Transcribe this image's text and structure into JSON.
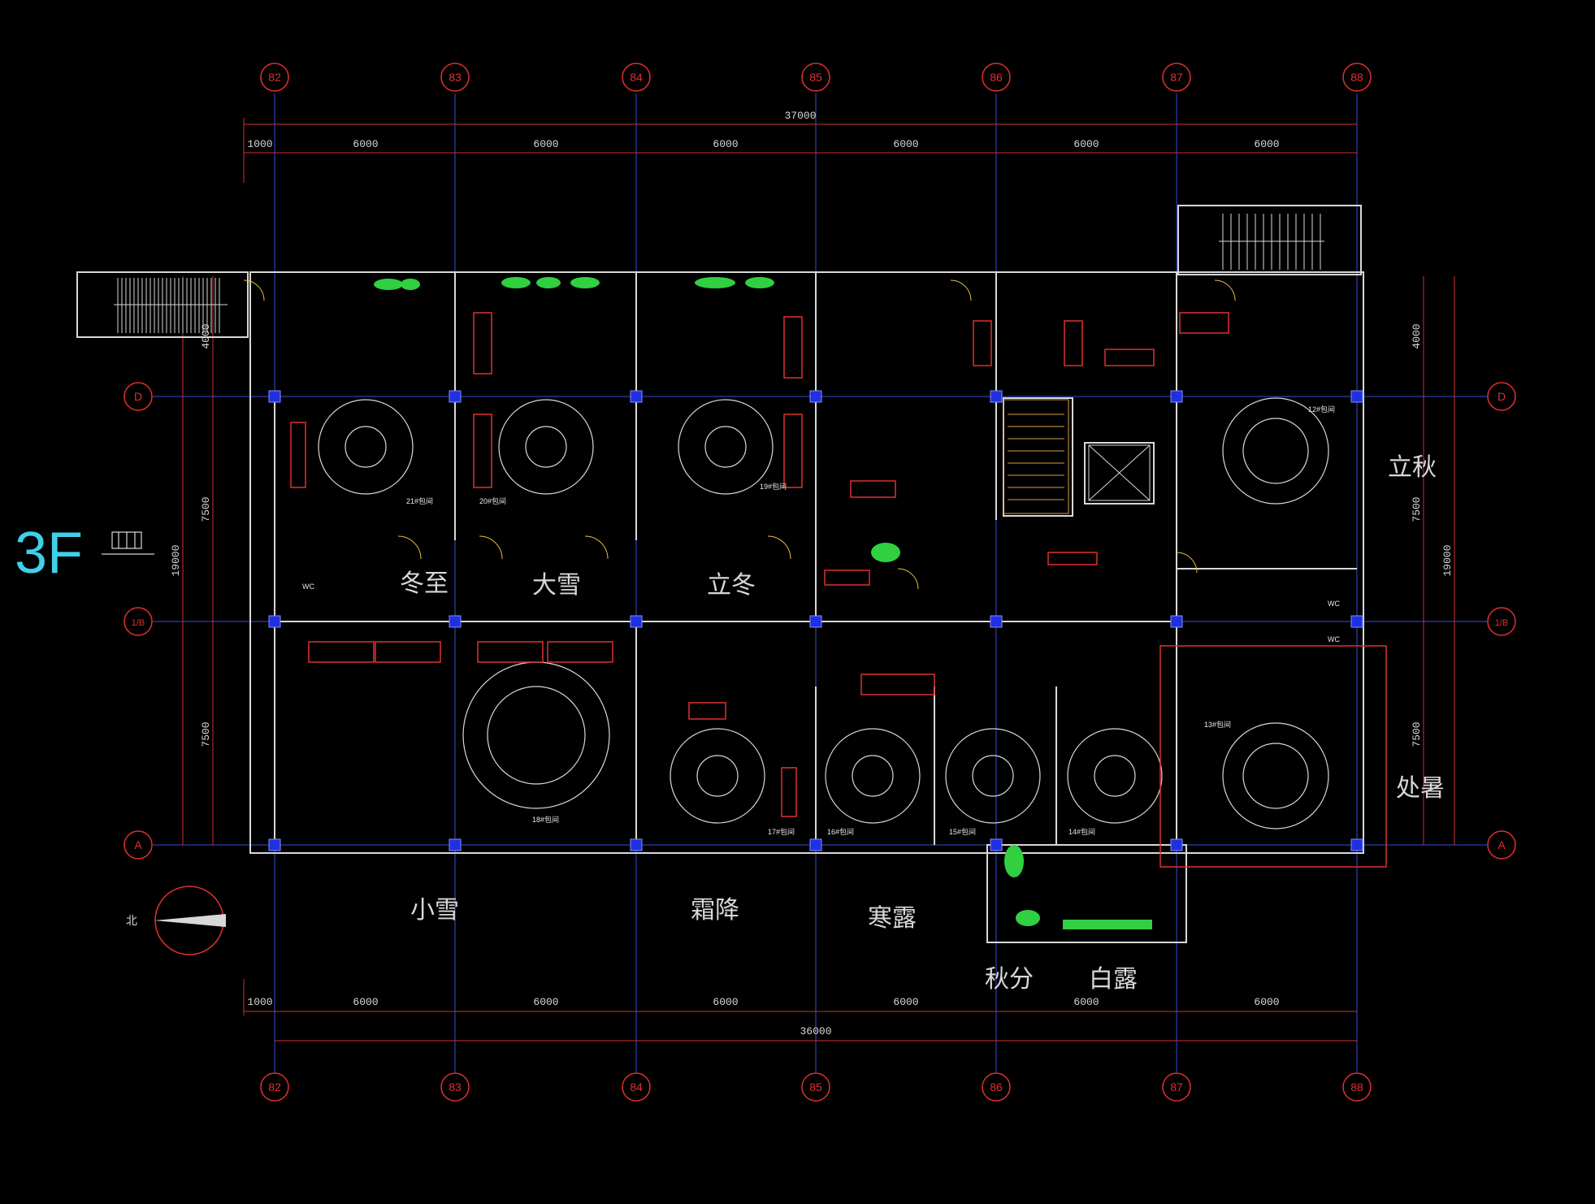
{
  "floor_label": "3F",
  "north_label": "北",
  "grid_columns": [
    "82",
    "83",
    "84",
    "85",
    "86",
    "87",
    "88"
  ],
  "grid_rows": [
    "D",
    "1/B",
    "A"
  ],
  "dims_top": {
    "total": "37000",
    "segments": [
      "1000",
      "6000",
      "6000",
      "6000",
      "6000",
      "6000",
      "6000"
    ]
  },
  "dims_bottom": {
    "total": "36000",
    "segments": [
      "1000",
      "6000",
      "6000",
      "6000",
      "6000",
      "6000",
      "6000"
    ]
  },
  "dims_left": {
    "total": "19000",
    "upper": "7500",
    "lower": "7500",
    "top": "4000"
  },
  "dims_right": {
    "total": "19000",
    "upper": "7500",
    "lower": "7500",
    "top": "4000"
  },
  "room_names": {
    "dongzhi": "冬至",
    "daxue": "大雪",
    "lidong": "立冬",
    "xiaoxue": "小雪",
    "shuangjiang": "霜降",
    "hanlu": "寒露",
    "qiufen": "秋分",
    "bailu": "白露",
    "liqiu": "立秋",
    "chushu": "处暑"
  },
  "small_labels": {
    "wc1": "WC",
    "wc2": "WC",
    "wc3": "WC",
    "r21": "21#包间",
    "r20": "20#包间",
    "r19": "19#包间",
    "r18": "18#包间",
    "r17": "17#包间",
    "r16": "16#包间",
    "r15": "15#包间",
    "r14": "14#包间",
    "r13": "13#包间",
    "r12": "12#包间"
  }
}
